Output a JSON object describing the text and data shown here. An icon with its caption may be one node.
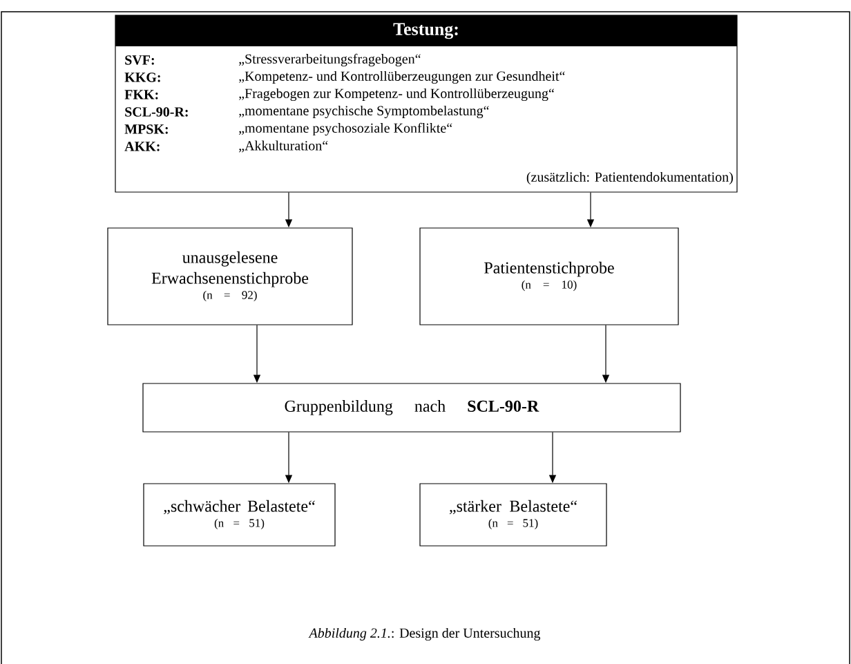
{
  "diagram": {
    "caption": "*Abbildung 2.1.*: Design der Untersuchung",
    "nodes": [
      {
        "text": [
          "Testung:",
          "SVF:",
          "„Stressverarbeitungsfragebogen“",
          "KKG:",
          "„Kompetenz- und Kontrollüberzeugungen zur Gesundheit“",
          "FKK:",
          "„Fragebogen zur Kompetenz- und Kontrollüberzeugung“",
          "SCL-90-R:",
          "„momentane psychische Symptombelastung“",
          "MPSK:",
          "„momentane psychosoziale Konflikte“",
          "AKK:",
          "„Akkulturation“",
          "(zusätzlich: Patientendokumentation)"
        ]
      },
      {
        "text": [
          "unausgelesene Erwachsenenstichprobe",
          "(n = 92)"
        ]
      },
      {
        "text": [
          "Patientenstichprobe",
          "(n = 10)"
        ]
      },
      {
        "text": [
          "Gruppenbildung nach **SCL-90-R**"
        ]
      },
      {
        "text": [
          "„schwächer Belastete“",
          "(n = 51)"
        ]
      },
      {
        "text": [
          "„stärker Belastete“",
          "(n = 51)"
        ]
      }
    ],
    "edges": [
      {
        "from": 0,
        "to": 1,
        "arrow": "to"
      },
      {
        "from": 0,
        "to": 2,
        "arrow": "to"
      },
      {
        "from": 1,
        "to": 3,
        "arrow": "to"
      },
      {
        "from": 2,
        "to": 3,
        "arrow": "to"
      },
      {
        "from": 3,
        "to": 4,
        "arrow": "to"
      },
      {
        "from": 3,
        "to": 5,
        "arrow": "to"
      }
    ]
  }
}
